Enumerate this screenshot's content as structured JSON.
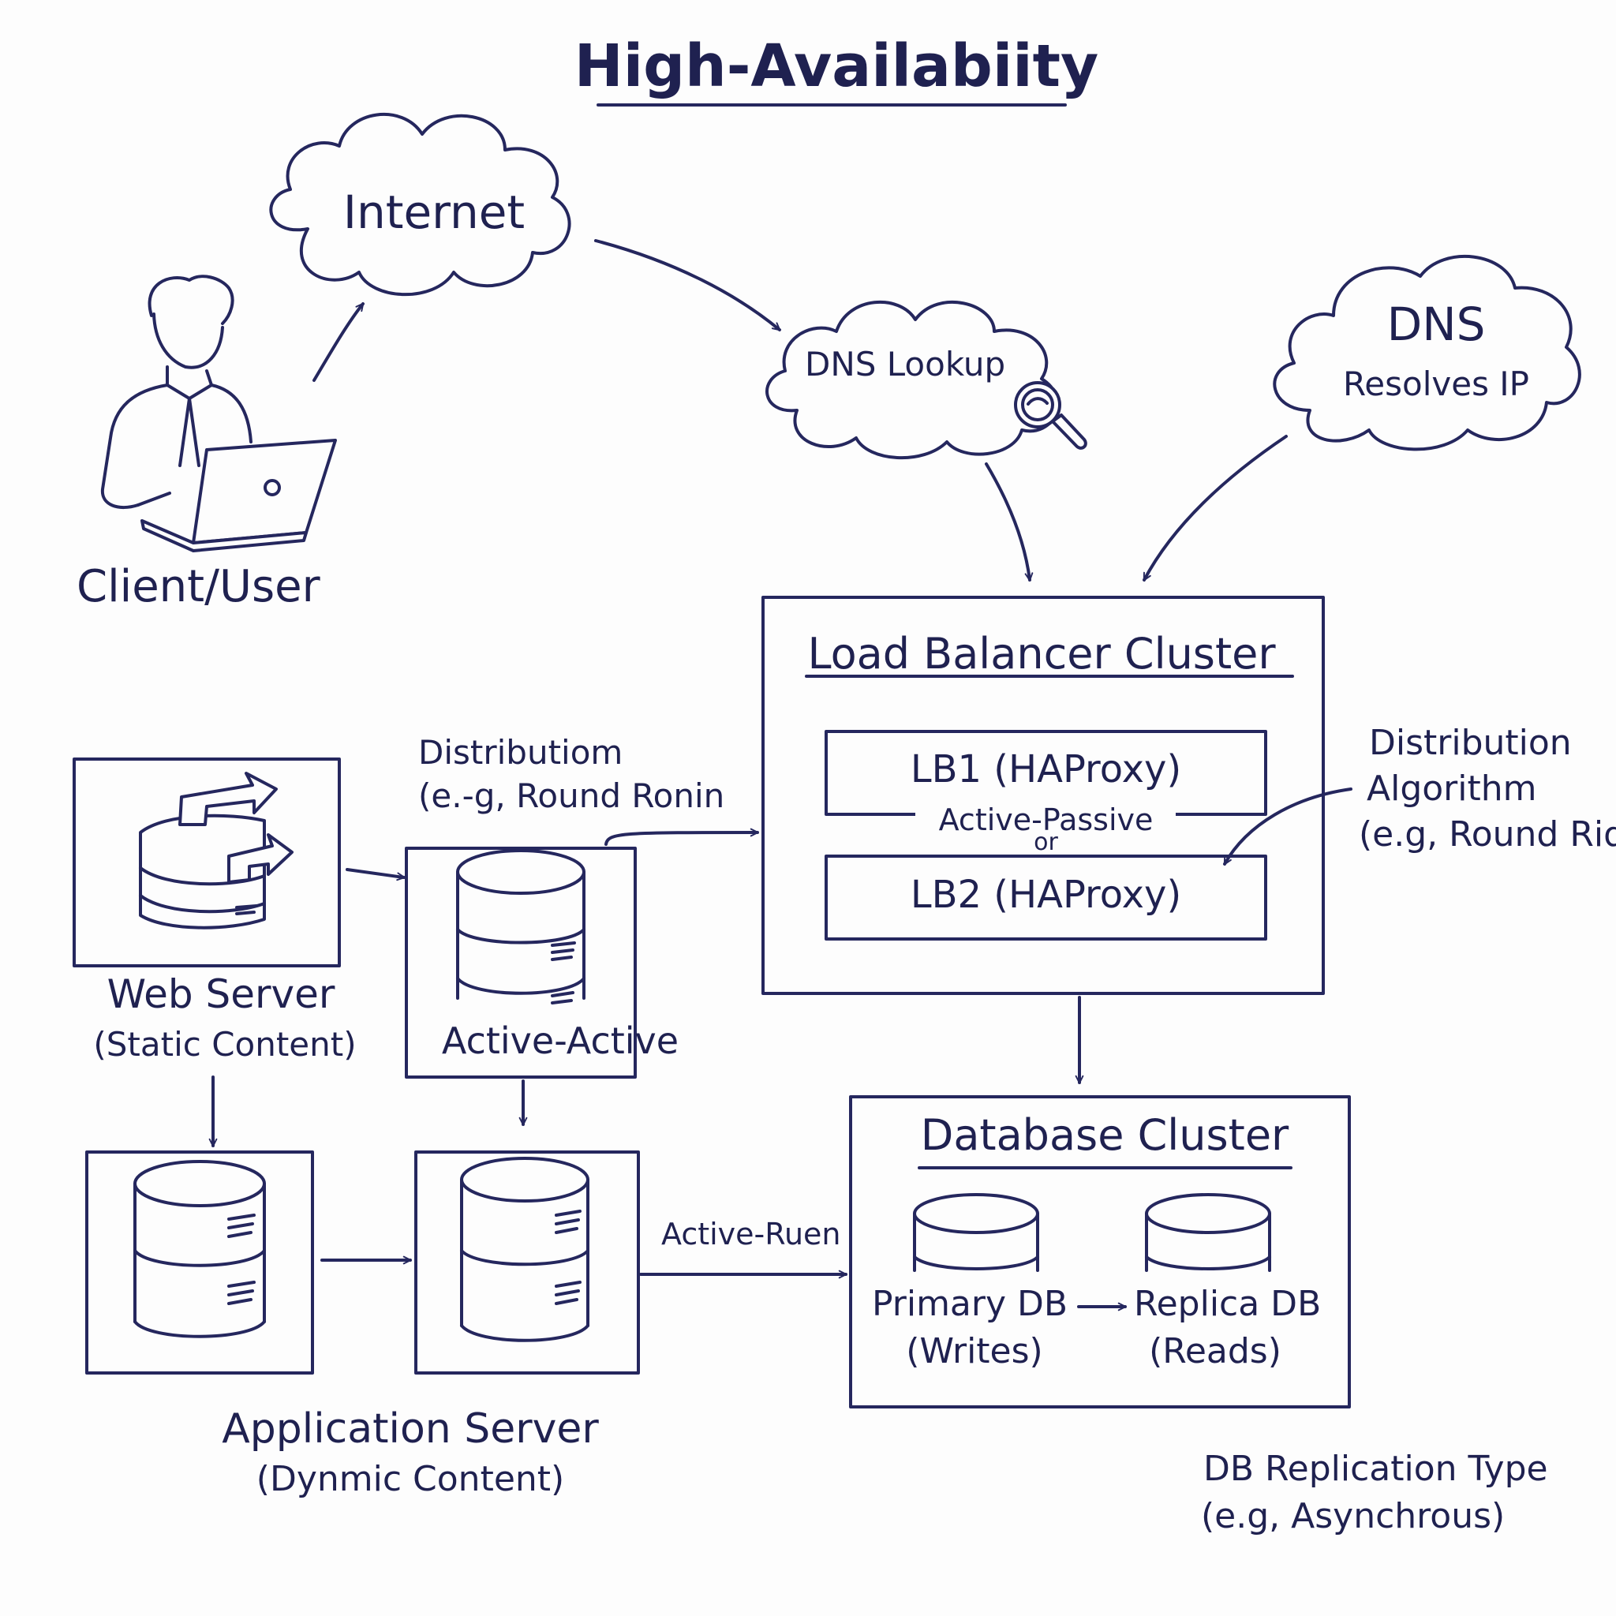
{
  "title": "High-Availabiity",
  "client": {
    "label": "Client/User",
    "icon": "user-laptop-icon"
  },
  "internet": {
    "label": "Internet"
  },
  "dns_lookup": {
    "label": "DNS Lookup",
    "icon": "magnifier-icon"
  },
  "dns": {
    "title": "DNS",
    "subtitle": "Resolves IP"
  },
  "load_balancer": {
    "title": "Load Balancer Cluster",
    "lb1": "LB1 (HAProxy)",
    "mode": "Active-Passive",
    "or": "or",
    "lb2": "LB2 (HAProxy)"
  },
  "distribution_left": {
    "line1": "Distributiom",
    "line2": "(e.-g, Round Ronin"
  },
  "distribution_right": {
    "line1": "Distribution",
    "line2": "Algorithm",
    "line3": "(e.g, Round Rid"
  },
  "web_server": {
    "label": "Web Server",
    "sublabel": "(Static Content)"
  },
  "active_active": {
    "label": "Active-Active"
  },
  "app_server": {
    "label": "Application Server",
    "sublabel": "(Dynmic Content)"
  },
  "active_ruen": {
    "label": "Active-Ruen"
  },
  "database_cluster": {
    "title": "Database Cluster",
    "primary": "Primary DB",
    "primary_sub": "(Writes)",
    "replica": "Replica DB",
    "replica_sub": "(Reads)"
  },
  "replication": {
    "line1": "DB Replication Type",
    "line2": "(e.g, Asynchrous)"
  },
  "colors": {
    "ink": "#25275e",
    "background": "#fdfdfd"
  }
}
